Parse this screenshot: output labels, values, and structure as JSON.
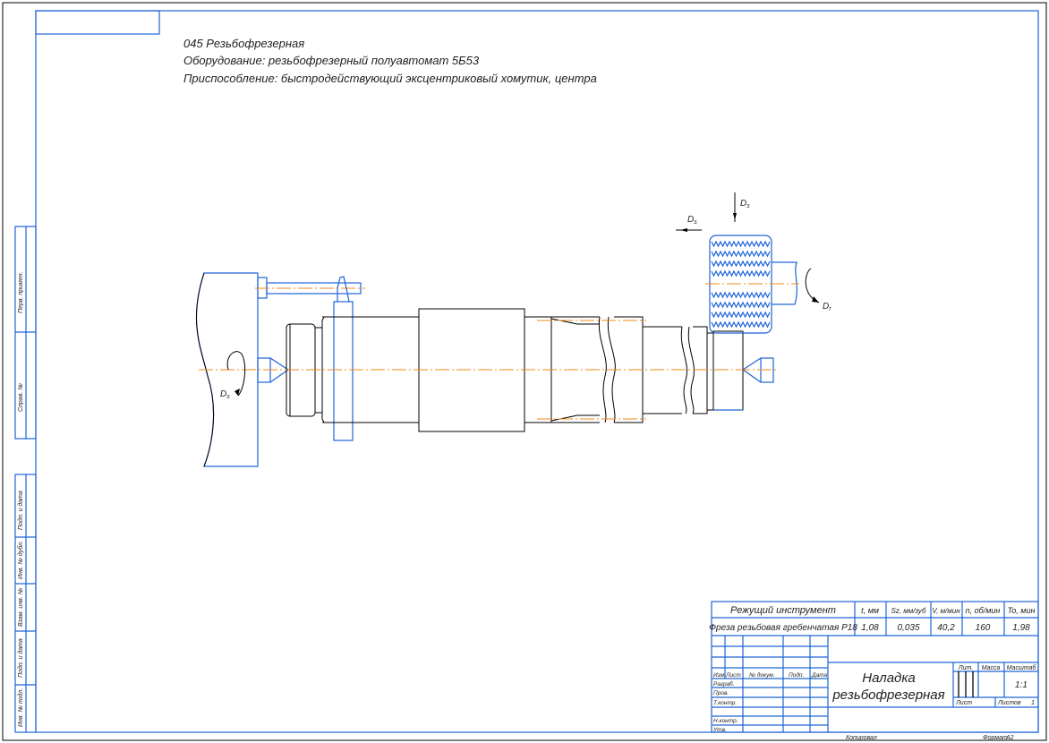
{
  "header": {
    "lines": [
      "045 Резьбофрезерная",
      "Оборудование: резьбофрезерный полуавтомат 5Б53",
      "Приспособление: быстродействующий эксцентриковый хомутик, центра"
    ]
  },
  "motions": {
    "ds_label": "D",
    "ds_sub": "s",
    "dr_label": "D",
    "dr_sub": "r"
  },
  "side_stamps": {
    "top": [
      "Перв. примен.",
      "Справ. №"
    ],
    "bottom": [
      "Подп. и дата",
      "Инв. № дубл.",
      "Взам. инв. №",
      "Подп. и дата",
      "Инв. № подл."
    ]
  },
  "tool_table": {
    "headers": [
      "Режущий инструмент",
      "t, мм",
      "Sz, мм/зуб",
      "V, м/мин",
      "n, об/мин",
      "To, мин"
    ],
    "row": [
      "Фреза резьбовая гребенчатая Р18",
      "1,08",
      "0,035",
      "40,2",
      "160",
      "1,98"
    ]
  },
  "title_block": {
    "col_headers": [
      "Изм.",
      "Лист",
      "№ докум.",
      "Подп.",
      "Дата"
    ],
    "roles": [
      "Разраб.",
      "Пров.",
      "Т.контр.",
      "Н.контр.",
      "Утв."
    ],
    "title_line1": "Наладка",
    "title_line2": "резьбофрезерная",
    "lit": "Лит.",
    "mass": "Масса",
    "scale_label": "Масштаб",
    "scale_value": "1:1",
    "sheet": "Лист",
    "sheets": "Листов",
    "sheets_value": "1",
    "copied": "Копировал",
    "format_label": "Формат",
    "format_value": "А2"
  },
  "colors": {
    "frame": "#1f63d8",
    "axis": "#f08a1c",
    "text": "#222222"
  }
}
